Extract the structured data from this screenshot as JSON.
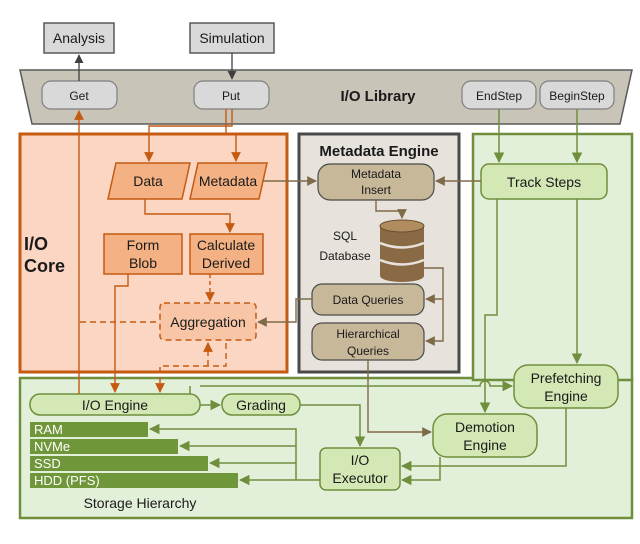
{
  "top": {
    "analysis": "Analysis",
    "simulation": "Simulation"
  },
  "io_library": {
    "title": "I/O Library",
    "get": "Get",
    "put": "Put",
    "end_step": "EndStep",
    "begin_step": "BeginStep"
  },
  "io_core": {
    "title_line1": "I/O",
    "title_line2": "Core",
    "data": "Data",
    "metadata": "Metadata",
    "form_blob_1": "Form",
    "form_blob_2": "Blob",
    "calc_derived_1": "Calculate",
    "calc_derived_2": "Derived",
    "aggregation": "Aggregation"
  },
  "metadata_engine": {
    "title": "Metadata Engine",
    "insert_1": "Metadata",
    "insert_2": "Insert",
    "db_1": "SQL",
    "db_2": "Database",
    "data_queries": "Data Queries",
    "hier_1": "Hierarchical",
    "hier_2": "Queries"
  },
  "track": {
    "track_steps": "Track Steps",
    "prefetch_1": "Prefetching",
    "prefetch_2": "Engine"
  },
  "storage": {
    "io_engine": "I/O Engine",
    "grading": "Grading",
    "demotion_1": "Demotion",
    "demotion_2": "Engine",
    "executor_1": "I/O",
    "executor_2": "Executor",
    "tiers": [
      "RAM",
      "NVMe",
      "SSD",
      "HDD (PFS)"
    ],
    "title": "Storage Hierarchy"
  },
  "colors": {
    "orange_border": "#c55a11",
    "orange_fill": "#fbd6c2",
    "orange_box": "#f4b183",
    "meta_fill": "#e7e3dc",
    "meta_box": "#c8b89a",
    "green_fill": "#e2efd9",
    "green_border": "#6f8f3c",
    "green_box": "#d3e8b5",
    "tier_fill": "#70963a"
  }
}
